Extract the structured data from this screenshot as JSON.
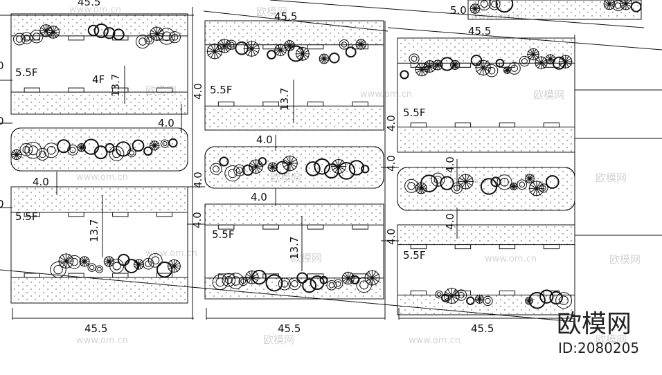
{
  "dimensions": {
    "length": "45.5",
    "gap": "4.0",
    "depth": "13.7",
    "floors_a": "5.5F",
    "floors_b": "4F",
    "partial_top": "5.0",
    "partial_left": "0"
  },
  "watermark": {
    "brand": "欧模网",
    "site": "www.om.cn"
  },
  "logo": {
    "name": "欧模网",
    "id": "ID:2080205"
  },
  "colors": {
    "line": "#111111",
    "watermark": "#d4d4d4",
    "background": "#ffffff"
  }
}
